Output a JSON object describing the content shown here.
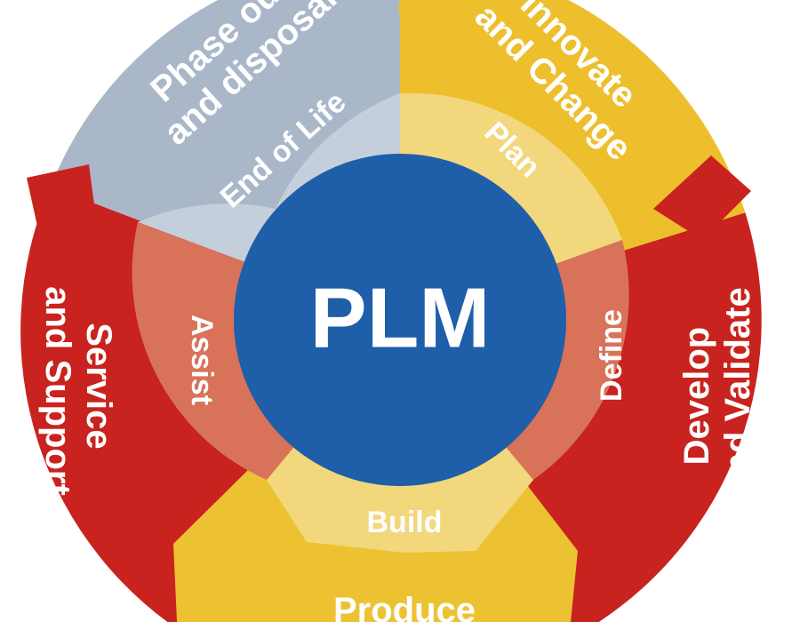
{
  "center": {
    "label": "PLM",
    "color": "#1f5ea8"
  },
  "outer_ring": [
    {
      "id": "innovate",
      "lines": [
        "Innovate",
        "and Change"
      ],
      "color": "#eebf2c"
    },
    {
      "id": "develop",
      "lines": [
        "Develop",
        "and Validate"
      ],
      "color": "#c8231e"
    },
    {
      "id": "produce",
      "lines": [
        "Produce"
      ],
      "color": "#ecc232"
    },
    {
      "id": "service",
      "lines": [
        "Service",
        "and Support"
      ],
      "color": "#c8231e"
    },
    {
      "id": "phase-out",
      "lines": [
        "Phase out",
        "and disposal"
      ],
      "color": "#a9b7c9"
    }
  ],
  "inner_ring": [
    {
      "id": "plan",
      "label": "Plan",
      "color": "#f2d77c"
    },
    {
      "id": "define",
      "label": "Define",
      "color": "#d8735a"
    },
    {
      "id": "build",
      "label": "Build",
      "color": "#f2d77c"
    },
    {
      "id": "assist",
      "label": "Assist",
      "color": "#d8735a"
    },
    {
      "id": "end-of-life",
      "label": "End of Life",
      "color": "#c5cfdc"
    }
  ]
}
